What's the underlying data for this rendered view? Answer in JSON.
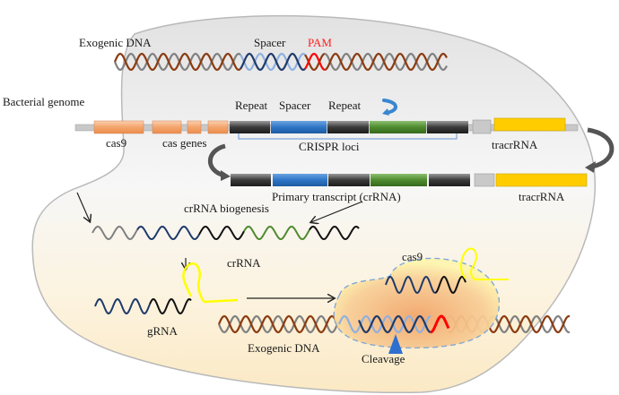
{
  "diagram": {
    "title": "CRISPR-Cas9 mechanism in bacteria",
    "labels": {
      "exogenic_dna_top": "Exogenic DNA",
      "spacer_top": "Spacer",
      "pam": "PAM",
      "bacterial_genome": "Bacterial genome",
      "repeat_1": "Repeat",
      "spacer_mid": "Spacer",
      "repeat_2": "Repeat",
      "cas9_gene": "cas9",
      "cas_genes": "cas genes",
      "crispr_loci": "CRISPR loci",
      "tracrrna_1": "tracrRNA",
      "primary_transcript": "Primary transcript  (crRNA)",
      "tracrrna_2": "tracrRNA",
      "crrna_biogenesis": "crRNA biogenesis",
      "crrna": "crRNA",
      "grna": "gRNA",
      "exogenic_dna_bottom": "Exogenic DNA",
      "cas9_complex": "cas9",
      "cleavage": "Cleavage"
    },
    "colors": {
      "dna_brown": "#8b3a0f",
      "dna_gray": "#808080",
      "spacer_dark_blue": "#1f3a6b",
      "spacer_light_blue": "#8fb0e0",
      "pam_red": "#ff0000",
      "cas_gene_orange": "#f4a46c",
      "repeat_dark": "#3a3a3a",
      "spacer_blue": "#2e75c6",
      "spacer_green": "#4e8a2e",
      "tracr_yellow": "#ffcc00",
      "grna_yellow": "#ffff00",
      "cleavage_blue": "#2e6fd0",
      "cell_fill_top": "#e6e6e6",
      "cell_fill_bottom": "#fdf1d8",
      "cas9_blob": "#f3b783"
    }
  }
}
